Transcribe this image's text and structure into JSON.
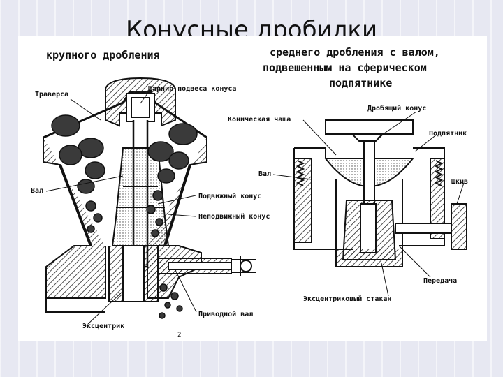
{
  "slide": {
    "title": "Конусные дробилки"
  },
  "diagram": {
    "left_subtitle": "крупного дробления",
    "right_subtitle_line1": "среднего дробления с валом,",
    "right_subtitle_line2": "подвешенным на сферическом",
    "right_subtitle_line3": "подпятнике",
    "labels": {
      "traversa": "Траверса",
      "sharnir": "Шарнир подвеса конуса",
      "val_left": "Вал",
      "podvizhny": "Подвижный конус",
      "nepodvizhny": "Неподвижный конус",
      "privodnoy": "Приводной вал",
      "ekscentrik": "Эксцентрик",
      "drobyashchy": "Дробящий конус",
      "konicheskaya": "Коническая чаша",
      "podpyatnik": "Подпятник",
      "val_right": "Вал",
      "shkiv": "Шкив",
      "peredacha": "Передача",
      "stakan": "Эксцентриковый стакан"
    },
    "page_mark": "2"
  },
  "colors": {
    "background": "#e7e8f2",
    "figure": "#ffffff",
    "ink": "#111111"
  }
}
